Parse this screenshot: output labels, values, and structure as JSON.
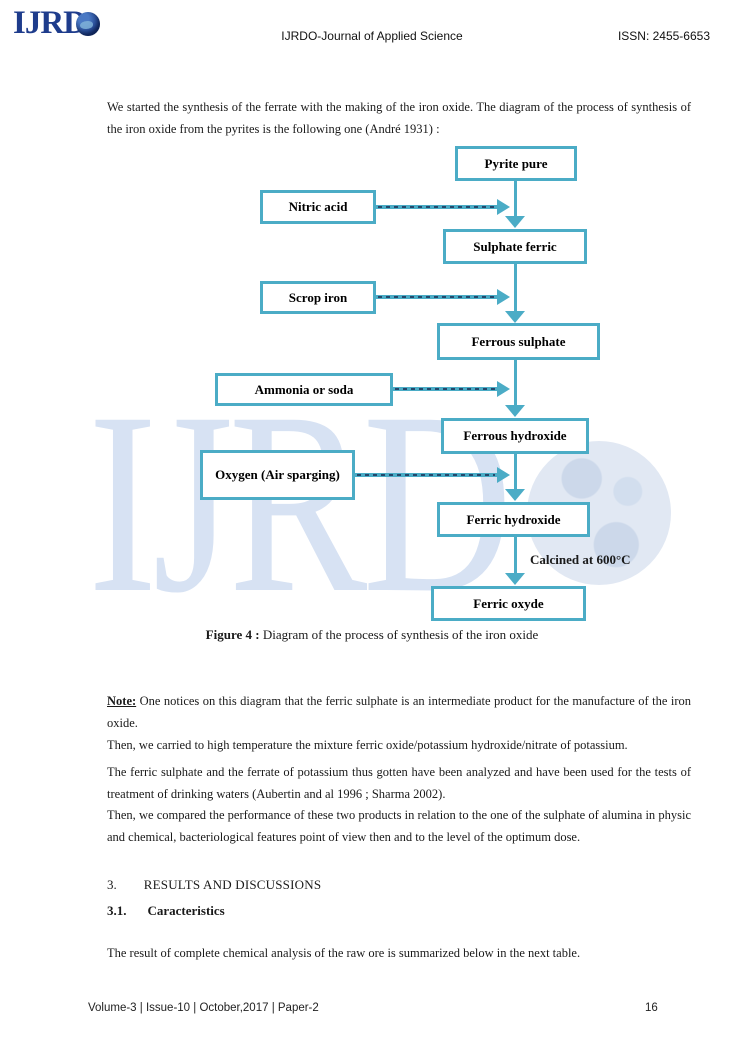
{
  "header": {
    "logo_text": "IJRD",
    "journal_title": "IJRDO-Journal of Applied Science",
    "issn": "ISSN: 2455-6653"
  },
  "intro": "We started the synthesis of the ferrate with the making of the iron oxide. The diagram of the process of synthesis of the iron oxide from the pyrites is the following one (André 1931) :",
  "flowchart": {
    "main_chain": [
      "Pyrite pure",
      "Sulphate ferric",
      "Ferrous sulphate",
      "Ferrous hydroxide",
      "Ferric hydroxide",
      "Ferric oxyde"
    ],
    "inputs": [
      "Nitric acid",
      "Scrop iron",
      "Ammonia or soda",
      "Oxygen  (Air sparging)"
    ],
    "arrow_label": "Calcined at 600°C",
    "watermark_text": "IJRD",
    "colors": {
      "box_border": "#4BACC6",
      "dash": "#24476b"
    }
  },
  "figure_caption": {
    "label": "Figure 4 :",
    "text": " Diagram of the process of synthesis of the iron oxide"
  },
  "note": {
    "label": "Note:",
    "text": " One notices on this diagram that the ferric sulphate is an intermediate product for the manufacture of the iron oxide."
  },
  "paragraphs": [
    "Then, we carried to high temperature the mixture ferric oxide/potassium hydroxide/nitrate of potassium.",
    "The ferric sulphate and the ferrate of potassium thus gotten have been analyzed and have been used for the tests of treatment of drinking waters (Aubertin and al 1996 ; Sharma 2002).",
    "Then, we compared the performance of these two products in relation to the one of the sulphate of alumina in physic and chemical, bacteriological features point of view then and to the level of the optimum dose."
  ],
  "sections": {
    "s3_number": "3.",
    "s3_title": "RESULTS AND DISCUSSIONS",
    "s31_number": "3.1.",
    "s31_title": "Caracteristics",
    "s31_text": "The result of complete chemical analysis of the raw ore is summarized below in the next table."
  },
  "footer": {
    "left": "Volume-3 | Issue-10 | October,2017 | Paper-2",
    "page": "16"
  }
}
